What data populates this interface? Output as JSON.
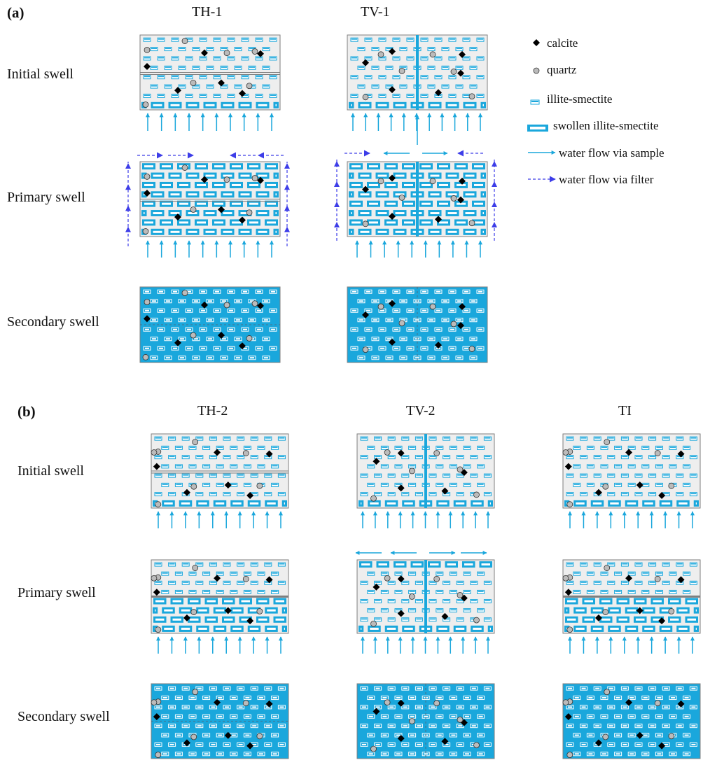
{
  "panel_a": {
    "label": "(a)",
    "columns": [
      "TH-1",
      "TV-1"
    ],
    "rows": [
      "Initial swell",
      "Primary swell",
      "Secondary swell"
    ]
  },
  "panel_b": {
    "label": "(b)",
    "columns": [
      "TH-2",
      "TV-2",
      "TI"
    ],
    "rows": [
      "Initial swell",
      "Primary swell",
      "Secondary swell"
    ]
  },
  "legend": [
    {
      "label": "calcite",
      "icon": "calcite-diamond-icon"
    },
    {
      "label": "quartz",
      "icon": "quartz-circle-icon"
    },
    {
      "label": "illite-smectite",
      "icon": "illite-smectite-icon"
    },
    {
      "label": "swollen illite-smectite",
      "icon": "swollen-illite-smectite-icon"
    },
    {
      "label": "water flow via sample",
      "icon": "solid-arrow-icon"
    },
    {
      "label": "water flow via filter",
      "icon": "dashed-arrow-icon"
    }
  ],
  "colors": {
    "water": "#1AA7DC",
    "sample": "#EEEEEE",
    "border": "#7F7F7F",
    "filter_arrow": "#3D3DE8",
    "calcite": "#000000",
    "quartz": "#BBBBBB"
  }
}
